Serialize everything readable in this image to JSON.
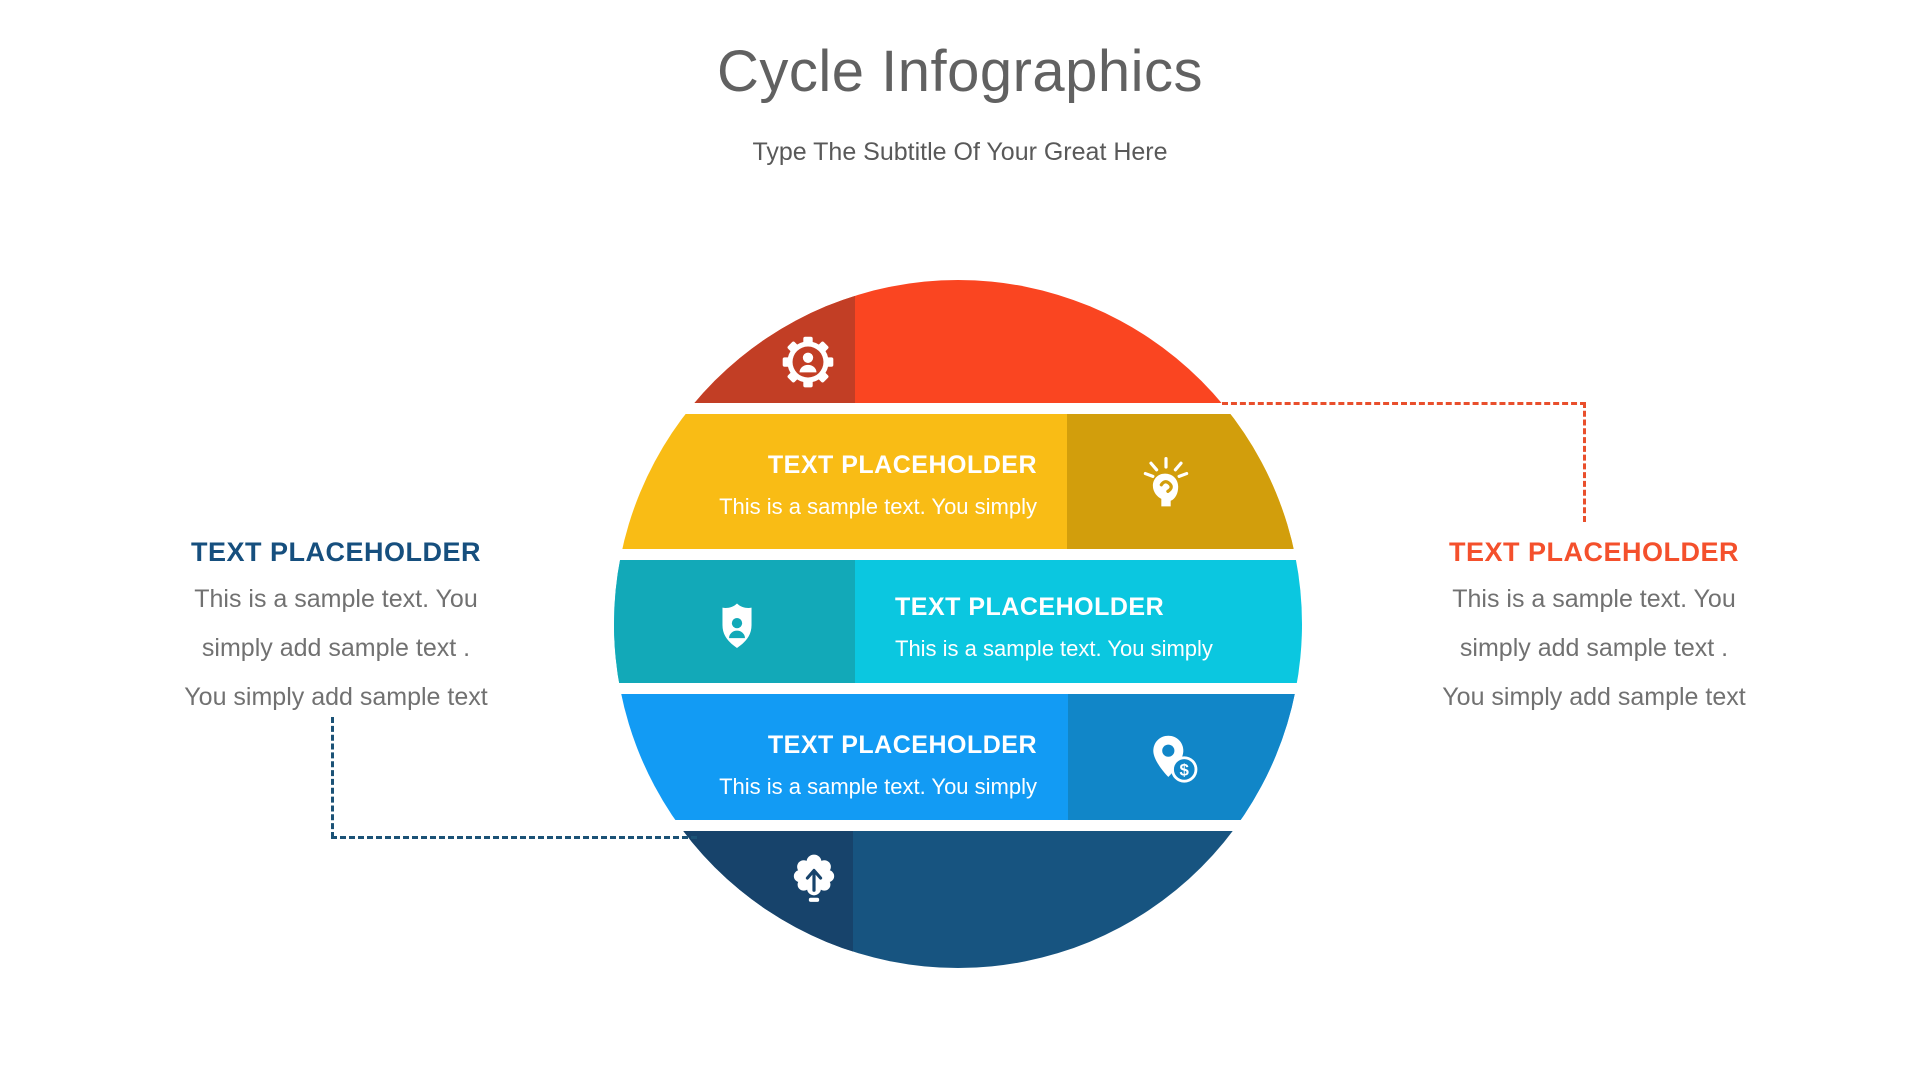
{
  "header": {
    "title": "Cycle Infographics",
    "subtitle": "Type The Subtitle Of Your Great Here"
  },
  "circle": {
    "step1": {
      "icon": "gear-user-icon",
      "color_main": "#FA4521",
      "color_dark": "#C23E25"
    },
    "step2": {
      "heading": "TEXT PLACEHOLDER",
      "body": "This is a sample text. You simply",
      "icon": "idea-head-icon",
      "color_main": "#F9BC15",
      "color_dark": "#D29E0C"
    },
    "step3": {
      "heading": "TEXT PLACEHOLDER",
      "body": "This is a sample text. You simply",
      "icon": "shield-user-icon",
      "color_main": "#0BC7E0",
      "color_dark": "#12A9B8"
    },
    "step4": {
      "heading": "TEXT PLACEHOLDER",
      "body": "This is a sample text. You simply",
      "icon": "location-dollar-icon",
      "coin_symbol": "$",
      "color_main": "#129BF4",
      "color_dark": "#1186C8"
    },
    "step5": {
      "icon": "brain-growth-icon",
      "color_main": "#175480",
      "color_dark": "#17436B"
    }
  },
  "side_notes": {
    "left": {
      "heading": "TEXT PLACEHOLDER",
      "heading_color": "#164F7E",
      "connector_color": "#1B5276",
      "lines": [
        "This is a sample text. You",
        "simply add sample text .",
        "You simply add sample text"
      ]
    },
    "right": {
      "heading": "TEXT PLACEHOLDER",
      "heading_color": "#F4502C",
      "connector_color": "#E94F2C",
      "lines": [
        "This is a sample text. You",
        "simply add sample text .",
        "You simply add sample text"
      ]
    }
  }
}
